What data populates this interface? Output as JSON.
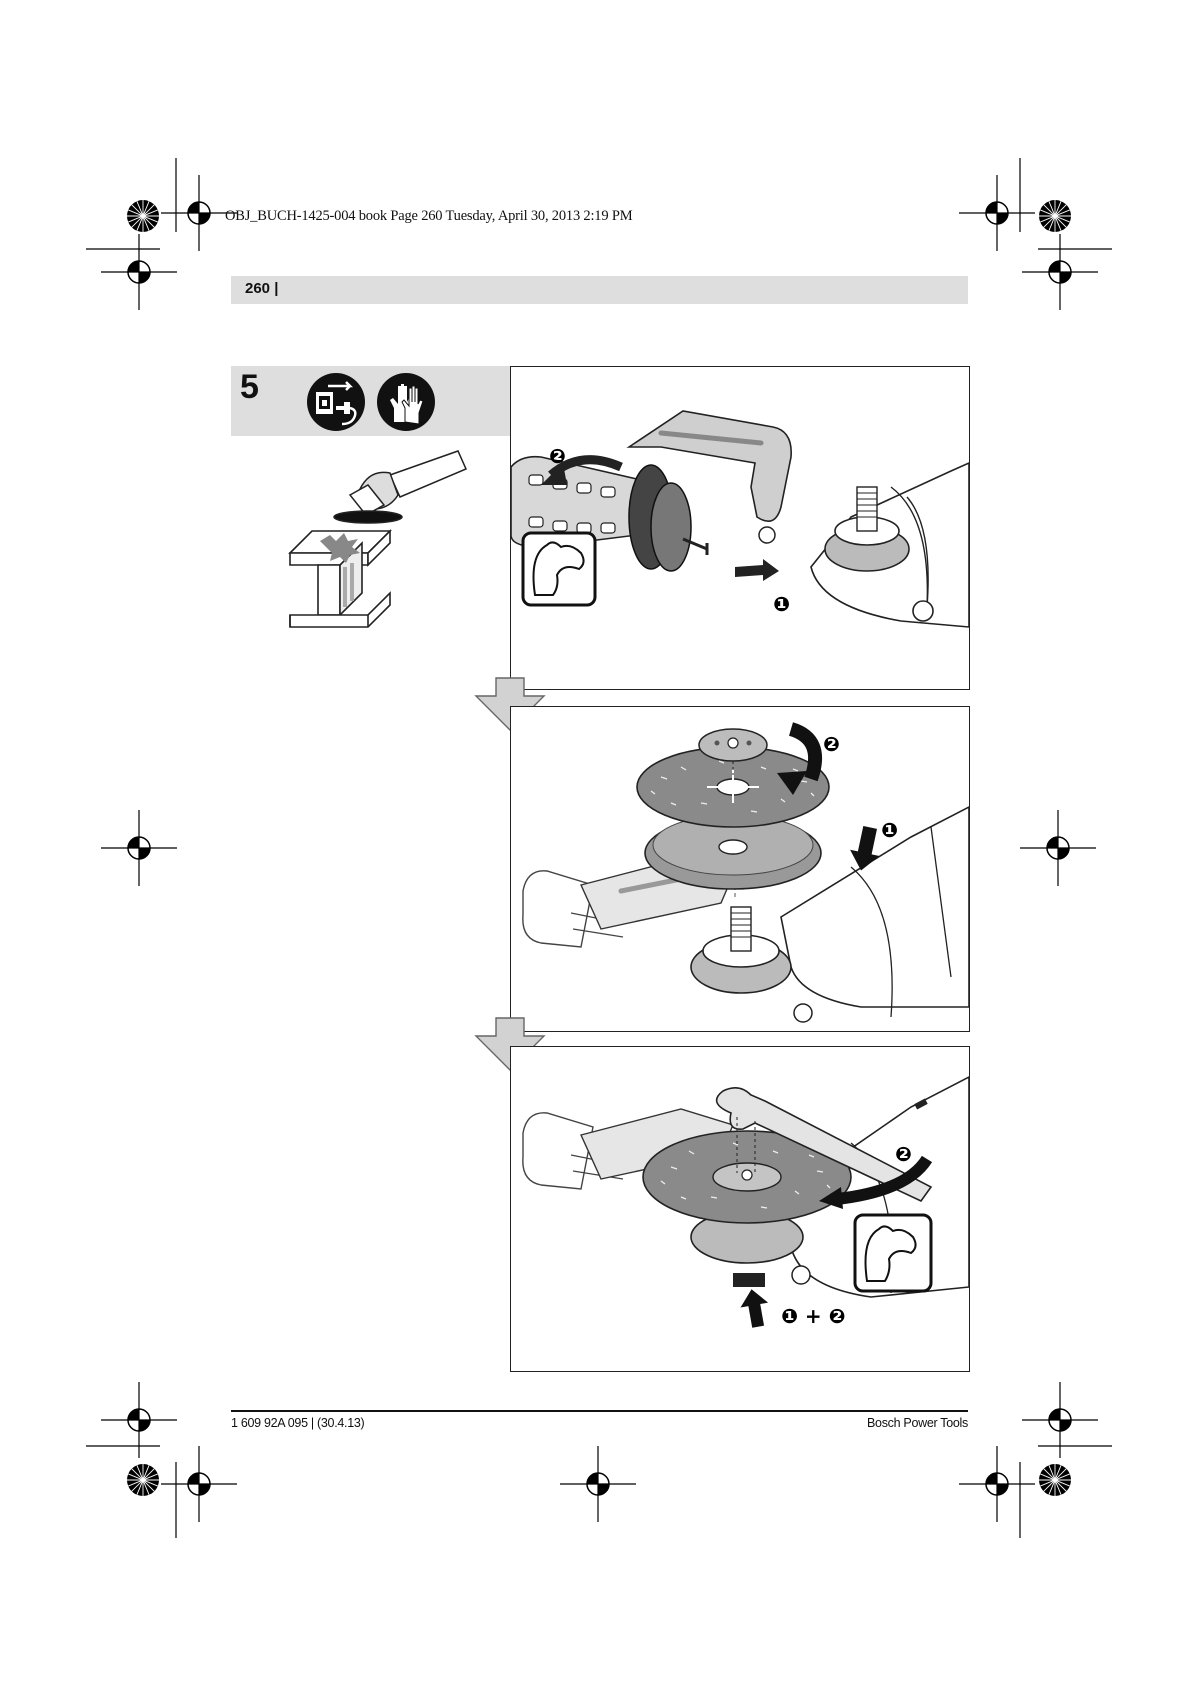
{
  "slug": "OBJ_BUCH-1425-004 book  Page 260  Tuesday, April 30, 2013  2:19 PM",
  "header": {
    "page_number": "260 |"
  },
  "step": {
    "number": "5"
  },
  "icons": [
    "unplug-icon",
    "gloves-icon"
  ],
  "panels": [
    {
      "callouts": [
        "❷",
        "❶"
      ]
    },
    {
      "callouts": [
        "❷",
        "❶"
      ]
    },
    {
      "callouts": [
        "❷",
        "❶ + ❷"
      ]
    }
  ],
  "footer": {
    "left": "1 609 92A 095 | (30.4.13)",
    "right": "Bosch Power Tools"
  }
}
